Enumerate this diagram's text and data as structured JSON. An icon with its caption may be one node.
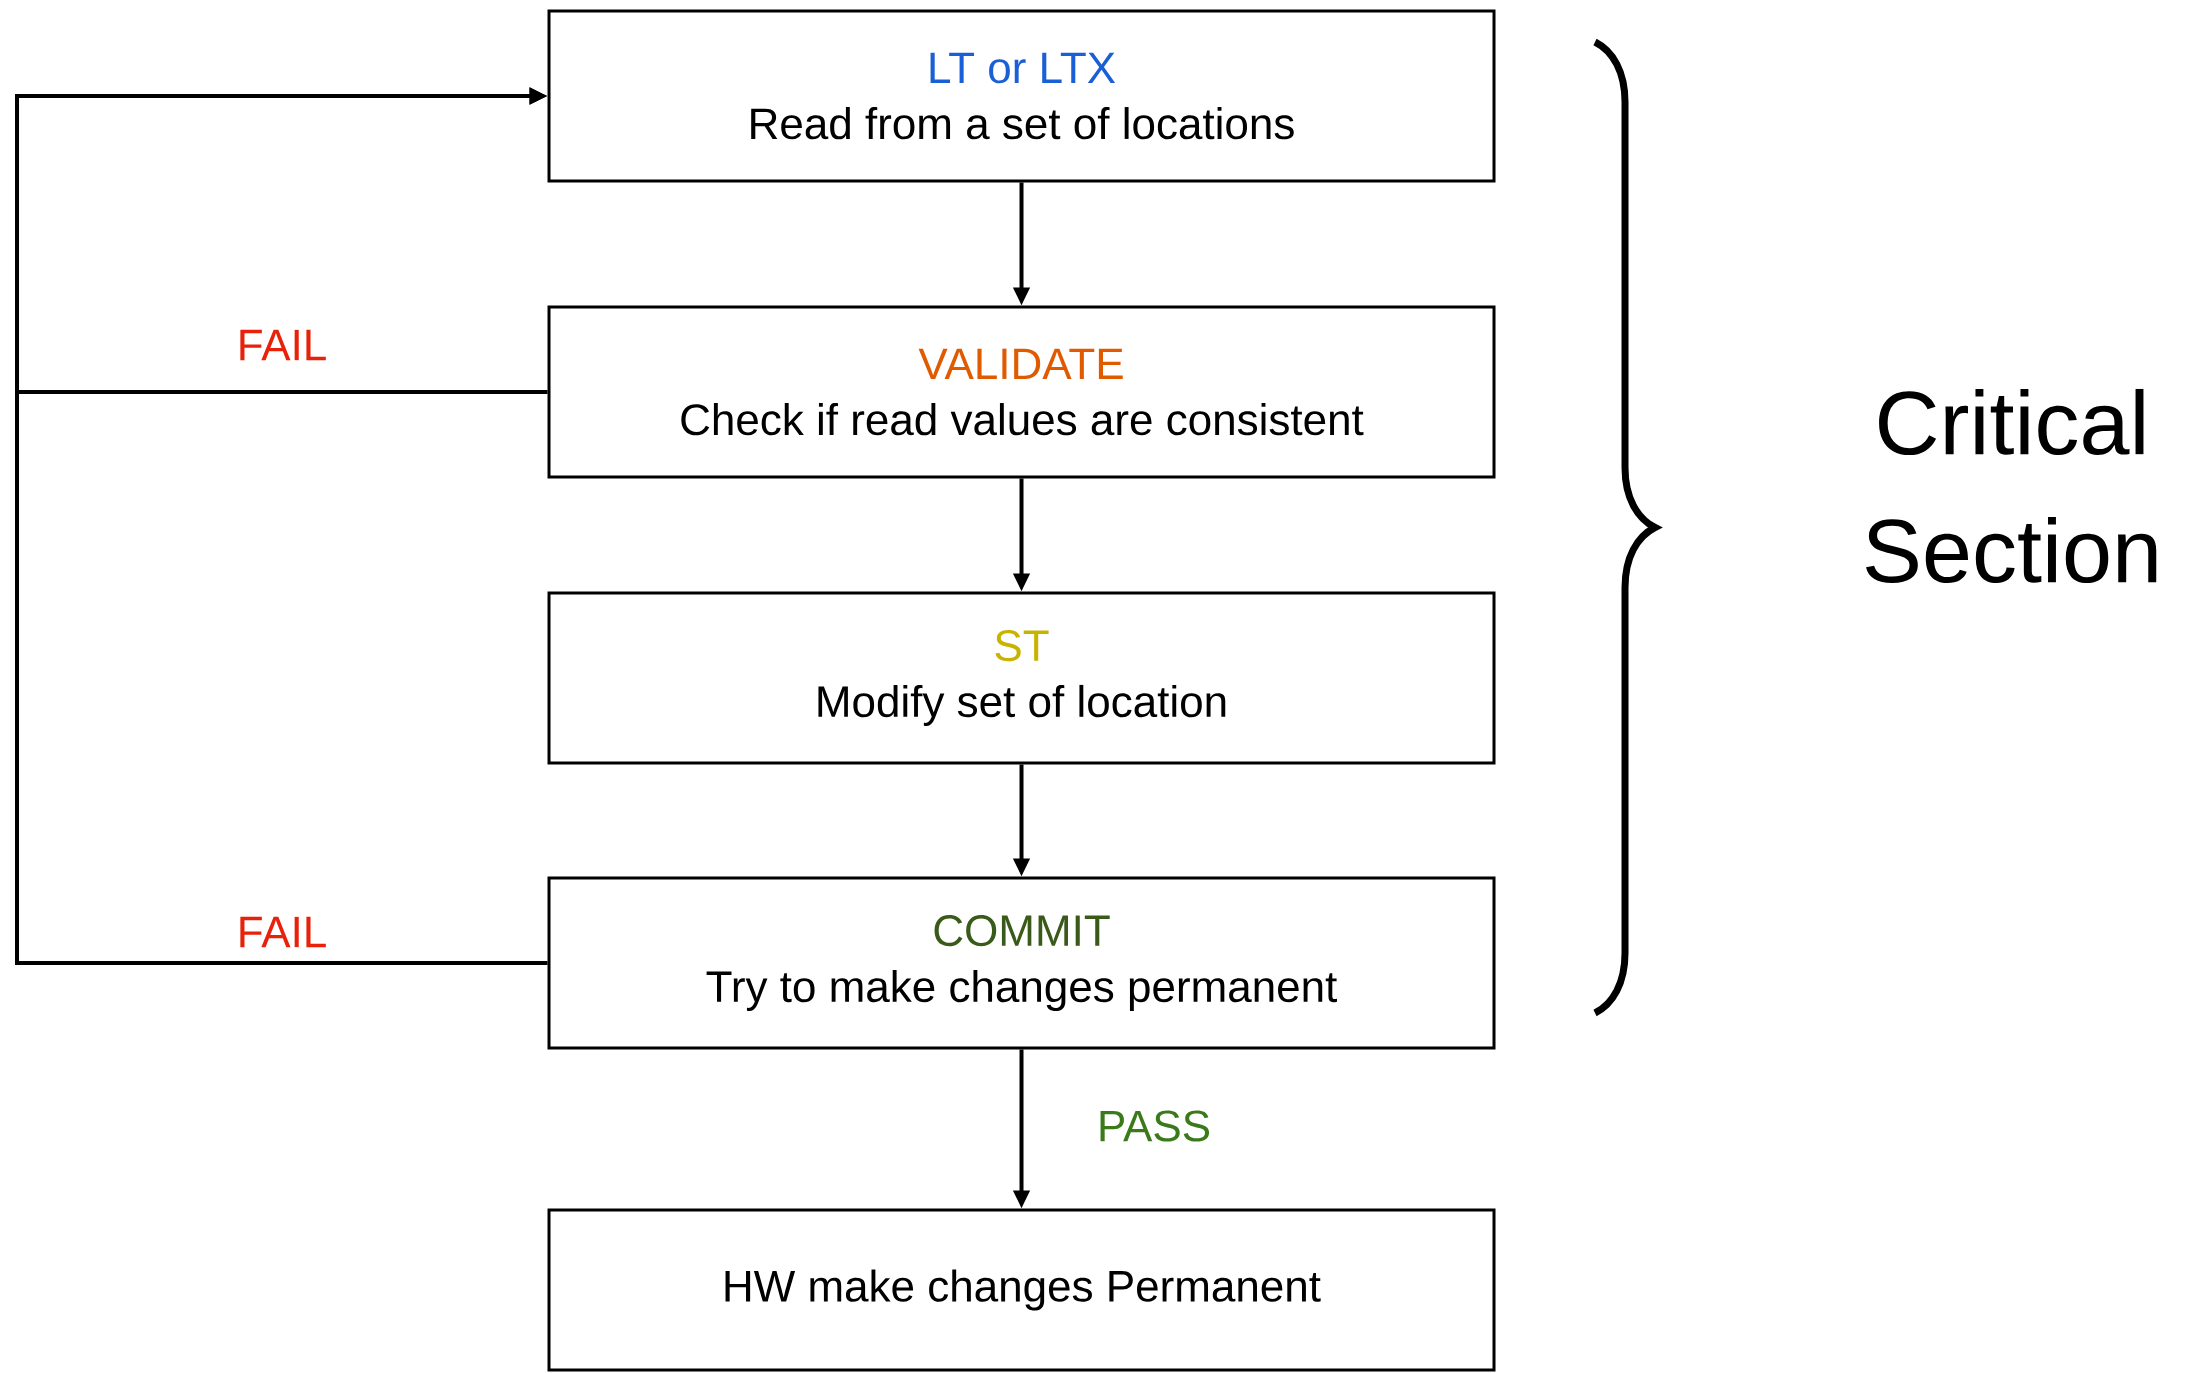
{
  "diagram": {
    "nodes": [
      {
        "text": [
          "LT or LTX",
          "Read from a set of locations"
        ]
      },
      {
        "text": [
          "VALIDATE",
          "Check if read values are consistent"
        ]
      },
      {
        "text": [
          "ST",
          "Modify set of location"
        ]
      },
      {
        "text": [
          "COMMIT",
          "Try to make changes permanent"
        ]
      },
      {
        "text": [
          "HW make changes Permanent"
        ]
      }
    ],
    "edges": [
      {
        "from": 0,
        "to": 1,
        "arrow": "to"
      },
      {
        "from": 1,
        "to": 2,
        "arrow": "to"
      },
      {
        "from": 2,
        "to": 3,
        "arrow": "to"
      },
      {
        "from": 3,
        "to": 4,
        "arrow": "to",
        "label": "PASS"
      },
      {
        "from": 1,
        "to": 0,
        "arrow": "to",
        "label": "FAIL"
      },
      {
        "from": 3,
        "to": 0,
        "arrow": "to",
        "label": "FAIL"
      }
    ],
    "labels": [
      "Critical Section"
    ]
  }
}
